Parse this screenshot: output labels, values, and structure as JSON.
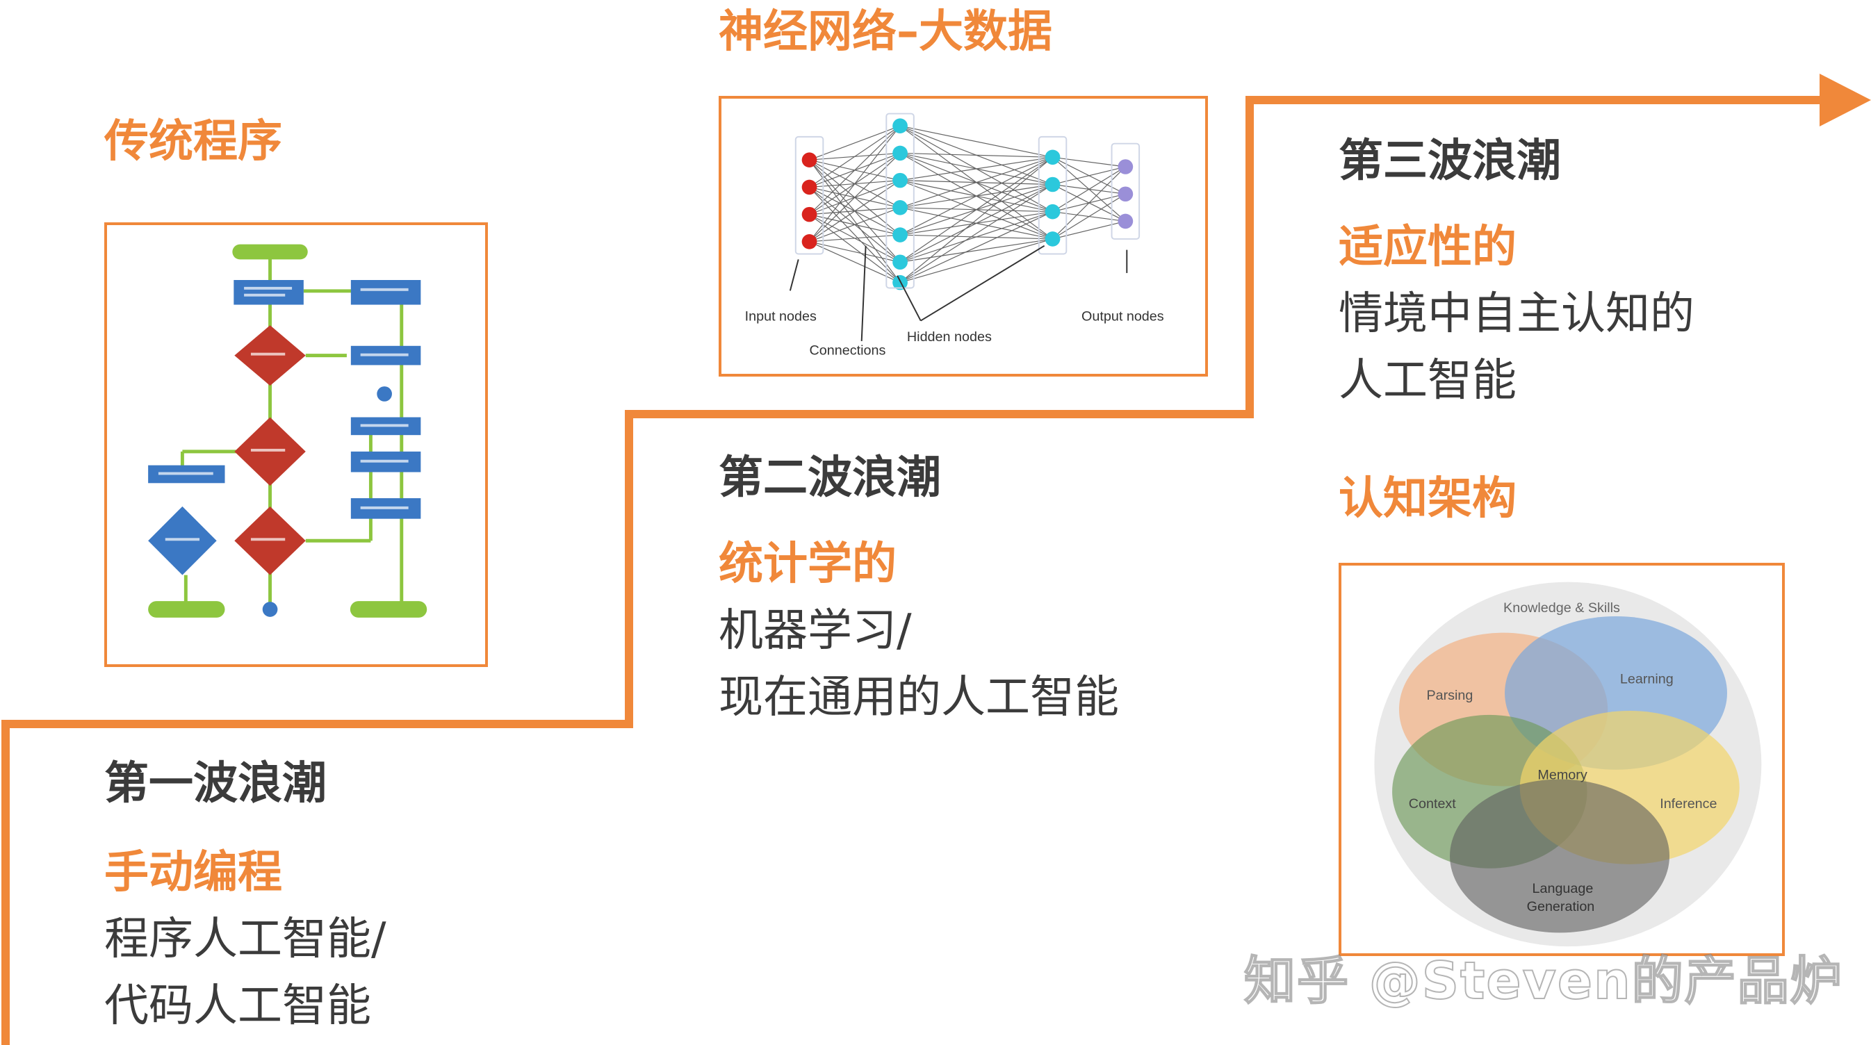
{
  "wave1": {
    "frame_title": "传统程序",
    "heading": "第一波浪潮",
    "subheading": "手动编程",
    "lines": [
      "程序人工智能/",
      "代码人工智能"
    ]
  },
  "wave2": {
    "frame_title": "神经网络–大数据",
    "heading": "第二波浪潮",
    "subheading": "统计学的",
    "lines": [
      "机器学习/",
      "现在通用的人工智能"
    ]
  },
  "wave3": {
    "heading": "第三波浪潮",
    "subheading": "适应性的",
    "lines": [
      "情境中自主认知的",
      "人工智能"
    ],
    "frame_title": "认知架构"
  },
  "neural_net": {
    "input_label": "Input nodes",
    "connections_label": "Connections",
    "hidden_label": "Hidden nodes",
    "output_label": "Output nodes"
  },
  "venn": {
    "outer": "Knowledge & Skills",
    "labels": [
      "Parsing",
      "Learning",
      "Memory",
      "Context",
      "Inference",
      "Language",
      "Generation"
    ]
  },
  "watermark": "知乎 @Steven的产品炉",
  "colors": {
    "accent": "#f0883a",
    "heading": "#3b3b3b",
    "flow_green": "#8dc63f",
    "flow_blue": "#3b78c4",
    "flow_red": "#c0392b",
    "nn_red": "#d9231d",
    "nn_cyan": "#2bc8dc",
    "nn_purple": "#9a8fd8"
  }
}
